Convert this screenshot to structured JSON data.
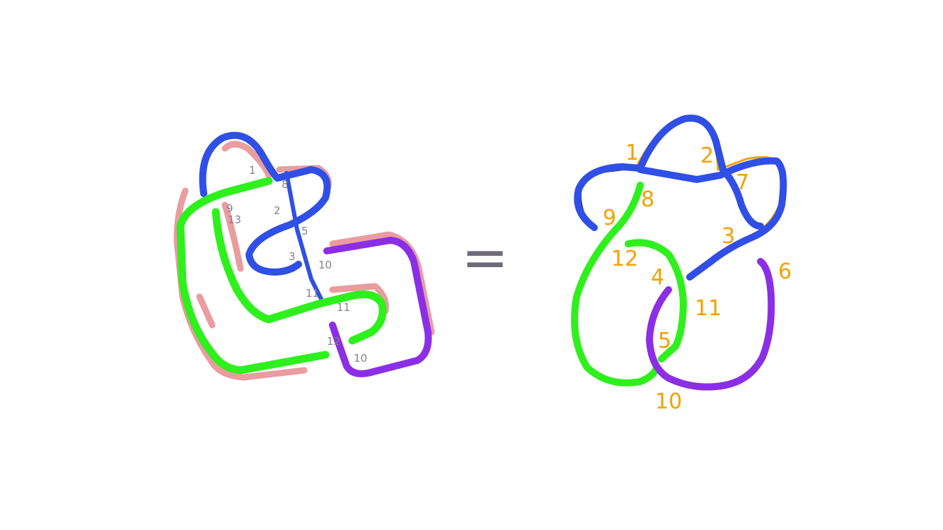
{
  "equals_sign": "=",
  "colors": {
    "blue": "#2f4fe6",
    "green": "#2ef01c",
    "purple": "#8b2fe6",
    "red_underlay": "#d84a50",
    "orange": "#f5a000",
    "gray": "#8a8090"
  },
  "left_labels": [
    "1",
    "8",
    "2",
    "5",
    "9",
    "3",
    "10",
    "11",
    "11",
    "12",
    "10",
    "13"
  ],
  "right_labels": [
    "1",
    "2",
    "7",
    "8",
    "9",
    "3",
    "12",
    "4",
    "6",
    "11",
    "5",
    "10"
  ]
}
